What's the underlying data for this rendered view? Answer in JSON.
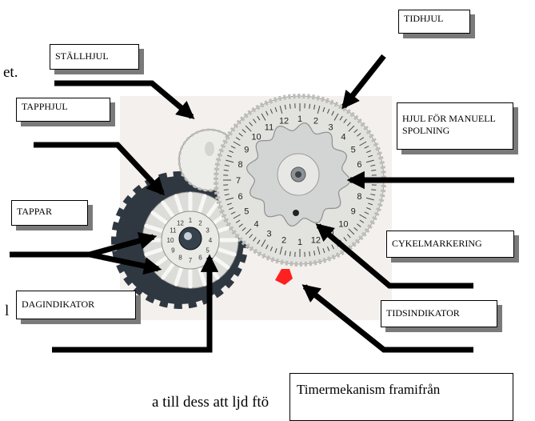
{
  "labels": {
    "tidhjul": "TIDHJUL",
    "stallhjul": "STÄLLHJUL",
    "tapphjul": "TAPPHJUL",
    "manuell_line1": "HJUL FÖR MANUELL",
    "manuell_line2": "SPOLNING",
    "tappar": "TAPPAR",
    "cykelmarkering": "CYKELMARKERING",
    "dagindikator": "DAGINDIKATOR",
    "tidsindikator": "TIDSINDIKATOR"
  },
  "caption": "Timermekanism framifrån",
  "text_fragments": {
    "top_left": "et.",
    "mid_left": "l",
    "bottom": "a till dess att ljd ftö"
  },
  "colors": {
    "arrow": "#000000",
    "shadow": "#7a7a7a",
    "wheel_light": "#e6e6e2",
    "wheel_mid": "#c9ccc8",
    "wheel_dark": "#2f3840",
    "indicator": "#ff2020"
  },
  "dial": {
    "time_numbers": [
      "1",
      "2",
      "3",
      "4",
      "5",
      "6",
      "7",
      "8",
      "9",
      "10",
      "11",
      "12"
    ],
    "day_numbers": [
      "1",
      "2",
      "3",
      "4",
      "5",
      "6",
      "7",
      "8",
      "9",
      "10",
      "11",
      "12"
    ]
  }
}
